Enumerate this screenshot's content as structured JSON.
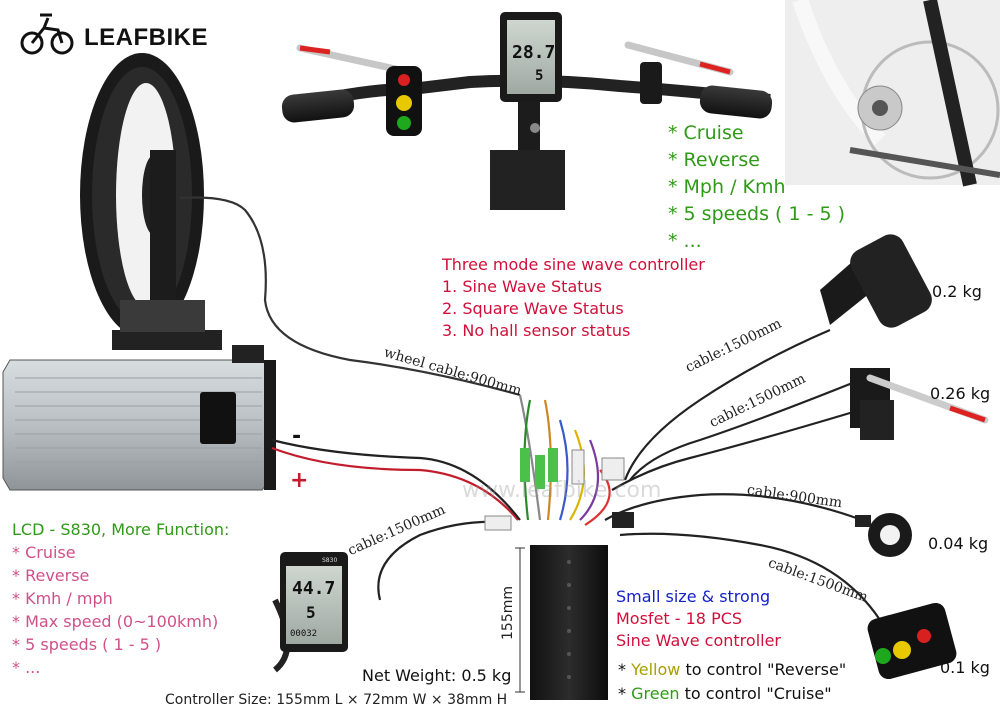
{
  "brand": {
    "name": "LEAFBIKE"
  },
  "watermark": "www.leafbike.com",
  "lcd_top": {
    "speed": "28.7",
    "pas": "5"
  },
  "lcd_bottom": {
    "model": "S830",
    "speed": "44.7",
    "pas": "5",
    "odo": "00032"
  },
  "handlebar_features": [
    "* Cruise",
    "* Reverse",
    "* Mph / Kmh",
    "* 5 speeds ( 1 - 5 )",
    "* ..."
  ],
  "controller_modes": {
    "title": "Three mode sine wave controller",
    "items": [
      "1. Sine Wave Status",
      "2. Square Wave Status",
      "3. No hall sensor status"
    ]
  },
  "cables": {
    "wheel": "wheel cable:900mm",
    "throttle": "cable:1500mm",
    "brake": "cable:1500mm",
    "pas": "cable:900mm",
    "switch": "cable:1500mm",
    "display": "cable:1500mm"
  },
  "weights": {
    "throttle": "0.2 kg",
    "brake": "0.26 kg",
    "pas": "0.04 kg",
    "switch": "0.1 kg"
  },
  "battery": {
    "minus": "-",
    "plus": "+"
  },
  "lcd_features": {
    "title": "LCD - S830, More Function:",
    "items": [
      "* Cruise",
      "* Reverse",
      "* Kmh / mph",
      "* Max speed (0~100kmh)",
      "* 5 speeds ( 1 - 5 )",
      "* ..."
    ]
  },
  "controller_specs": {
    "line1": "Small size & strong",
    "line2": "Mosfet - 18 PCS",
    "line3": "Sine Wave controller"
  },
  "button_notes": {
    "yellow_prefix": "* ",
    "yellow_word": "Yellow",
    "yellow_rest": " to control \"Reverse\"",
    "green_prefix": "* ",
    "green_word": "Green",
    "green_rest": " to control \"Cruise\""
  },
  "net_weight": "Net Weight: 0.5 kg",
  "dimension_label": "155mm",
  "controller_size": "Controller Size: 155mm L × 72mm W × 38mm H",
  "colors": {
    "green": "#2f9a17",
    "red": "#d0103a",
    "pink": "#d0508a",
    "blue": "#1420c8",
    "yellow": "#a8a000"
  }
}
